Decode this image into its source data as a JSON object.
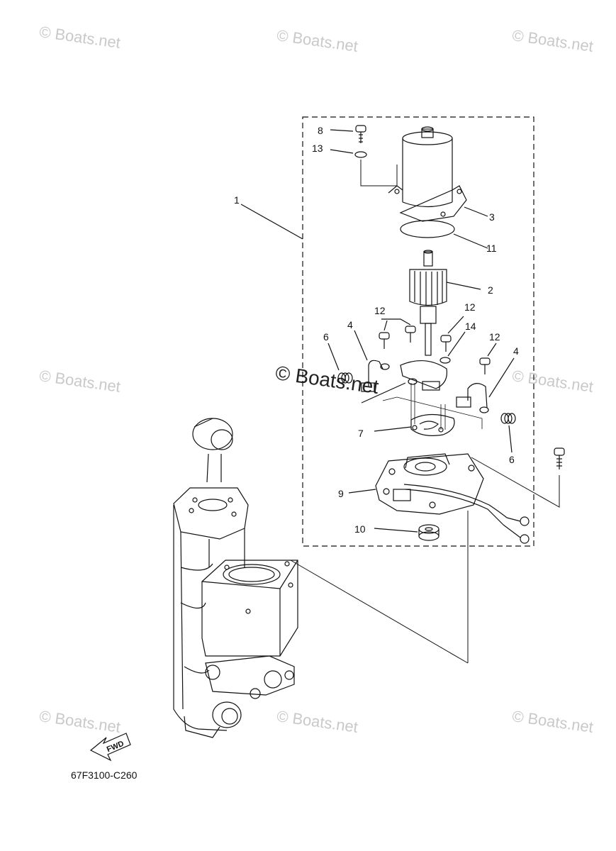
{
  "watermark": "© Boats.net",
  "diagram_code": "67F3100-C260",
  "fwd_label": "FWD",
  "callouts": {
    "c1": "1",
    "c2": "2",
    "c3": "3",
    "c4a": "4",
    "c4b": "4",
    "c6a": "6",
    "c6b": "6",
    "c7": "7",
    "c8": "8",
    "c9": "9",
    "c10": "10",
    "c11": "11",
    "c12a": "12",
    "c12b": "12",
    "c12c": "12",
    "c13": "13",
    "c14": "14"
  },
  "colors": {
    "line": "#111111",
    "watermark": "#c9c9c9"
  }
}
